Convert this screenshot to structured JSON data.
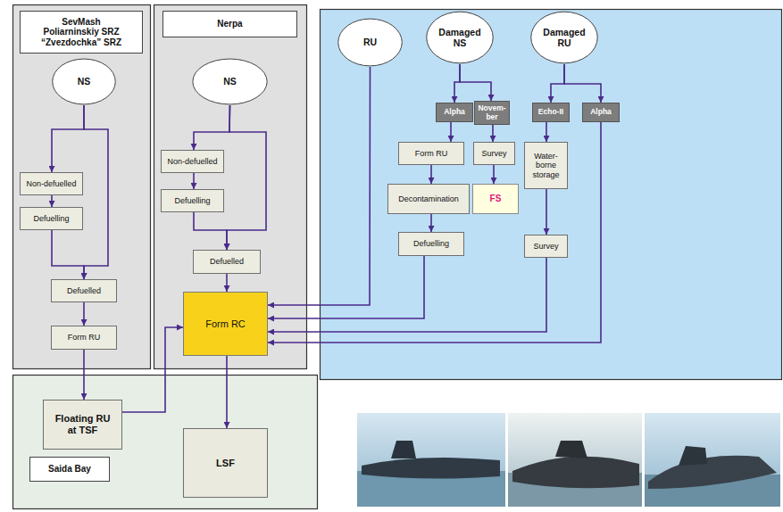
{
  "diagram": {
    "nodes": [
      {
        "text": [
          "SevMash Poliarninskiy SRZ “Zvezdochka” SRZ"
        ]
      },
      {
        "text": [
          "NS"
        ],
        "in": 0
      },
      {
        "text": [
          "Non-defuelled"
        ],
        "in": 0
      },
      {
        "text": [
          "Defuelling"
        ],
        "in": 0
      },
      {
        "text": [
          "Defuelled"
        ],
        "in": 0
      },
      {
        "text": [
          "Form RU"
        ],
        "in": 0
      },
      {
        "text": [
          "Nerpa"
        ]
      },
      {
        "text": [
          "NS"
        ],
        "in": 6
      },
      {
        "text": [
          "Non-defuelled"
        ],
        "in": 6
      },
      {
        "text": [
          "Defuelling"
        ],
        "in": 6
      },
      {
        "text": [
          "Defuelled"
        ],
        "in": 6
      },
      {
        "text": [
          "Form RC"
        ],
        "in": 6
      },
      {
        "text": [
          "RU"
        ]
      },
      {
        "text": [
          "Damaged NS"
        ]
      },
      {
        "text": [
          "Damaged RU"
        ]
      },
      {
        "text": [
          "Alpha"
        ]
      },
      {
        "text": [
          "Novem-ber"
        ]
      },
      {
        "text": [
          "Form RU"
        ]
      },
      {
        "text": [
          "Survey"
        ]
      },
      {
        "text": [
          "Decontamination"
        ]
      },
      {
        "text": [
          "FS"
        ]
      },
      {
        "text": [
          "Defuelling"
        ]
      },
      {
        "text": [
          "Echo-II"
        ]
      },
      {
        "text": [
          "Alpha"
        ]
      },
      {
        "text": [
          "Water-borne storage"
        ]
      },
      {
        "text": [
          "Survey"
        ]
      },
      {
        "text": [
          "Saida Bay"
        ]
      },
      {
        "text": [
          "Floating RU at TSF"
        ],
        "in": 26
      },
      {
        "text": [
          "LSF"
        ],
        "in": 26
      }
    ],
    "edges": [
      {
        "from": 1,
        "to": 2,
        "arrow": "to"
      },
      {
        "from": 1,
        "to": 4,
        "arrow": "to"
      },
      {
        "from": 2,
        "to": 3,
        "arrow": "to"
      },
      {
        "from": 3,
        "to": 4,
        "arrow": "to"
      },
      {
        "from": 4,
        "to": 5,
        "arrow": "to"
      },
      {
        "from": 5,
        "to": 27,
        "arrow": "to"
      },
      {
        "from": 7,
        "to": 8,
        "arrow": "to"
      },
      {
        "from": 7,
        "to": 10,
        "arrow": "to"
      },
      {
        "from": 8,
        "to": 9,
        "arrow": "to"
      },
      {
        "from": 9,
        "to": 10,
        "arrow": "to"
      },
      {
        "from": 10,
        "to": 11,
        "arrow": "to"
      },
      {
        "from": 11,
        "to": 28,
        "arrow": "to"
      },
      {
        "from": 27,
        "to": 11,
        "arrow": "to"
      },
      {
        "from": 12,
        "to": 11,
        "arrow": "to"
      },
      {
        "from": 13,
        "to": 15,
        "arrow": "to"
      },
      {
        "from": 13,
        "to": 16,
        "arrow": "to"
      },
      {
        "from": 14,
        "to": 22,
        "arrow": "to"
      },
      {
        "from": 14,
        "to": 23,
        "arrow": "to"
      },
      {
        "from": 15,
        "to": 17,
        "arrow": "to"
      },
      {
        "from": 17,
        "to": 19,
        "arrow": "to"
      },
      {
        "from": 19,
        "to": 21,
        "arrow": "to"
      },
      {
        "from": 21,
        "to": 11,
        "arrow": "to"
      },
      {
        "from": 16,
        "to": 18,
        "arrow": "to"
      },
      {
        "from": 18,
        "to": 20,
        "arrow": "to"
      },
      {
        "from": 22,
        "to": 24,
        "arrow": "to"
      },
      {
        "from": 24,
        "to": 25,
        "arrow": "to"
      },
      {
        "from": 25,
        "to": 11,
        "arrow": "to"
      },
      {
        "from": 23,
        "to": 11,
        "arrow": "to"
      }
    ]
  }
}
